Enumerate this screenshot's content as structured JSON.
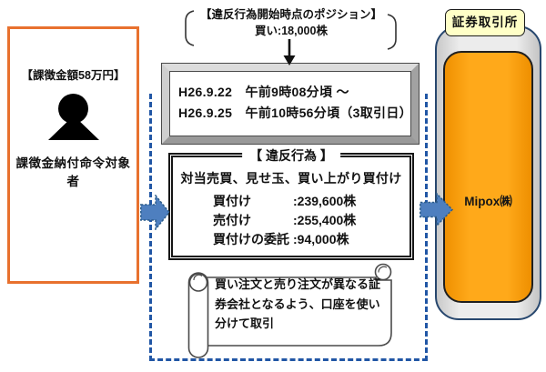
{
  "subject": {
    "penalty_label": "【課徴金額58万円】",
    "name": "課徴金納付命令対象者"
  },
  "position_note": {
    "title": "【違反行為開始時点のポジション】",
    "value": "買い:18,000株"
  },
  "period_box": {
    "line1": "H26.9.22　午前9時08分頃 ～",
    "line2": "H26.9.25　午前10時56分頃（3取引日）"
  },
  "violation_box": {
    "title": "【 違反行為 】",
    "summary": "対当売買、見せ玉、買い上がり買付け",
    "rows": [
      {
        "label": "買付け",
        "value": ":239,600株"
      },
      {
        "label": "売付け",
        "value": ":255,400株"
      },
      {
        "label": "買付けの委託",
        "value": ":94,000株"
      }
    ]
  },
  "scroll_note": {
    "text": "買い注文と売り注文が異なる証券会社となるよう、口座を使い分けて取引"
  },
  "exchange": {
    "label": "証券取引所",
    "stock": "Mipox㈱"
  },
  "icons": {
    "subject": "person-icon",
    "start_pointer": "down-arrow-icon",
    "flow_left": "right-block-arrow-icon",
    "flow_right": "right-block-arrow-icon",
    "note_shape": "scroll-shape"
  },
  "colors": {
    "subject_border": "#E8712E",
    "arrow_blue": "#4E7FBF",
    "arrow_outline": "#2B5C8A",
    "dashed_border": "#2156A5",
    "exchange_outer_fill": "#DEDEDE",
    "exchange_outer_border": "#27476E",
    "exchange_inner_fill": "#FFA91A",
    "exchange_tag_fill": "#FFFFC7"
  }
}
